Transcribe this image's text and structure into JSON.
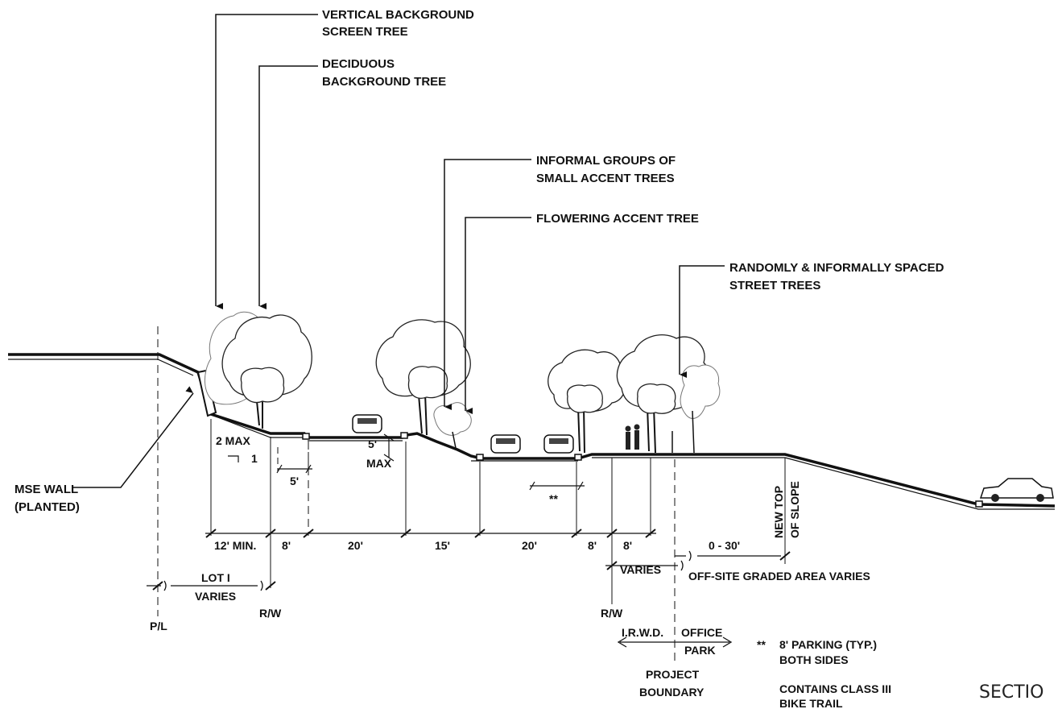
{
  "callouts": {
    "vertical_screen_tree": [
      "VERTICAL BACKGROUND",
      "SCREEN TREE"
    ],
    "deciduous_tree": [
      "DECIDUOUS",
      "BACKGROUND TREE"
    ],
    "accent_groups": [
      "INFORMAL GROUPS OF",
      "SMALL ACCENT TREES"
    ],
    "flowering_tree": [
      "FLOWERING ACCENT TREE"
    ],
    "street_trees": [
      "RANDOMLY & INFORMALLY SPACED",
      "STREET TREES"
    ],
    "mse_wall": [
      "MSE WALL",
      "(PLANTED)"
    ]
  },
  "slope": {
    "ratio_top": "2 MAX",
    "ratio_bottom": "1"
  },
  "curb_height": {
    "top": "5'",
    "bottom": "MAX"
  },
  "sub_dims": {
    "bike": "5'",
    "parking_marker": "**"
  },
  "dimensions": [
    "12' MIN.",
    "8'",
    "20'",
    "15'",
    "20'",
    "8'",
    "8'"
  ],
  "offsite": {
    "range": "0 - 30'",
    "varies": "VARIES",
    "graded_area": "OFF-SITE GRADED AREA VARIES",
    "new_top": [
      "NEW TOP",
      "OF SLOPE"
    ]
  },
  "lot": {
    "label": "LOT I",
    "varies": "VARIES"
  },
  "markers": {
    "pl": "P/L",
    "rw_left": "R/W",
    "rw_right": "R/W"
  },
  "boundary": {
    "left_side": "I.R.W.D.",
    "right_side_top": "OFFICE",
    "right_side_bottom": "PARK",
    "label": [
      "PROJECT",
      "BOUNDARY"
    ]
  },
  "notes": {
    "parking_marker": "**",
    "parking": [
      "8' PARKING (TYP.)",
      "BOTH SIDES"
    ],
    "bike": [
      "CONTAINS CLASS III",
      "BIKE TRAIL"
    ]
  },
  "section_title": "SECTIO"
}
